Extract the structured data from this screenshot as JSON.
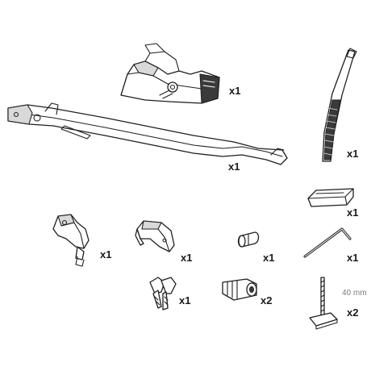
{
  "parts": [
    {
      "id": "wheel-holder",
      "qty": "x1"
    },
    {
      "id": "wheel-tray",
      "qty": "x1"
    },
    {
      "id": "wheel-strap",
      "qty": "x1"
    },
    {
      "id": "strap-buckle",
      "qty": "x1"
    },
    {
      "id": "frame-adapter",
      "qty": "x1"
    },
    {
      "id": "end-cap",
      "qty": "x1"
    },
    {
      "id": "lock-cylinder",
      "qty": "x1"
    },
    {
      "id": "hex-key",
      "qty": "x1"
    },
    {
      "id": "keys",
      "qty": "x1"
    },
    {
      "id": "lock-housing",
      "qty": "x2"
    },
    {
      "id": "t-bolt",
      "qty": "x2",
      "dimension": "40 mm"
    }
  ]
}
